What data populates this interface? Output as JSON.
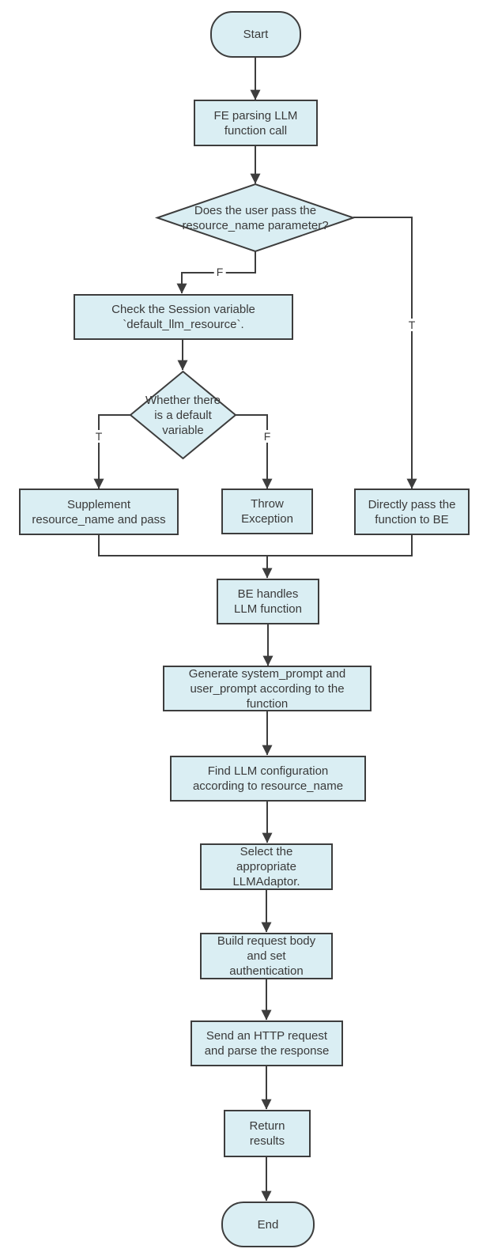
{
  "diagram": {
    "background": "#ffffff",
    "node_fill": "#daeef3",
    "node_border": "#3d3d3d",
    "line_color": "#3d3d3d",
    "text_color": "#3a3a3a"
  },
  "nodes": {
    "start": {
      "type": "terminator",
      "label": "Start"
    },
    "fe_parsing": {
      "type": "process",
      "label": "FE parsing LLM\nfunction call"
    },
    "d1": {
      "type": "decision",
      "label": "Does the user pass the\nresource_name parameter?"
    },
    "check_session": {
      "type": "process",
      "label": "Check the Session variable\n`default_llm_resource`."
    },
    "d2": {
      "type": "decision",
      "label": "Whether there\nis a default\nvariable"
    },
    "supplement": {
      "type": "process",
      "label": "Supplement\nresource_name and pass"
    },
    "throw_exception": {
      "type": "process",
      "label": "Throw\nException"
    },
    "directly_pass": {
      "type": "process",
      "label": "Directly pass the\nfunction to BE"
    },
    "be_handles": {
      "type": "process",
      "label": "BE handles\nLLM function"
    },
    "generate_prompt": {
      "type": "process",
      "label": "Generate system_prompt and\nuser_prompt according to the\nfunction"
    },
    "find_config": {
      "type": "process",
      "label": "Find LLM configuration\naccording to resource_name"
    },
    "select_adaptor": {
      "type": "process",
      "label": "Select the\nappropriate\nLLMAdaptor."
    },
    "build_request": {
      "type": "process",
      "label": "Build request body\nand set\nauthentication"
    },
    "send_request": {
      "type": "process",
      "label": "Send an HTTP request\nand parse the response"
    },
    "return_results": {
      "type": "process",
      "label": "Return\nresults"
    },
    "end": {
      "type": "terminator",
      "label": "End"
    }
  },
  "edge_labels": {
    "d1_false": "F",
    "d1_true": "T",
    "d2_true": "T",
    "d2_false": "F"
  }
}
